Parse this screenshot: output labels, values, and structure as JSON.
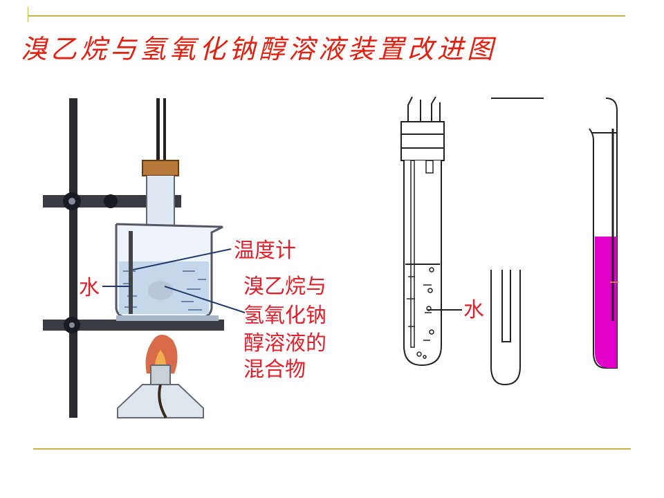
{
  "slide": {
    "title": "溴乙烷与氢氧化钠醇溶液装置改进图",
    "title_color": "#e02010",
    "rule_color": "#c8b44a"
  },
  "left_figure": {
    "label_thermometer": "温度计",
    "label_water": "水",
    "label_mixture_lines": [
      "溴乙烷与",
      "氢氧化钠",
      "醇溶液的",
      "混合物"
    ],
    "label_color": "#e0202a"
  },
  "right_figure": {
    "label_water": "水",
    "liquid_color": "#e000c8"
  }
}
